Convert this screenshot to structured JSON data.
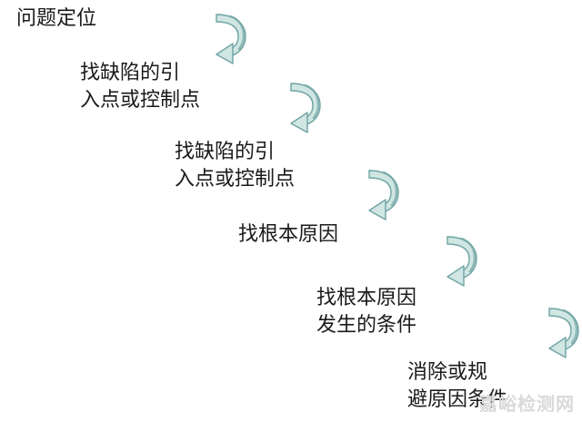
{
  "steps": [
    {
      "lines": [
        "问题定位"
      ]
    },
    {
      "lines": [
        "找缺陷的引",
        "入点或控制点"
      ]
    },
    {
      "lines": [
        "找缺陷的引",
        "入点或控制点"
      ]
    },
    {
      "lines": [
        "找根本原因"
      ]
    },
    {
      "lines": [
        "找根本原因",
        "发生的条件"
      ]
    },
    {
      "lines": [
        "消除或规",
        "避原因条件"
      ]
    }
  ],
  "arrow_color": "#6fa3a3",
  "arrow_fill": "#cfe6e3",
  "watermark": "嘉峪检测网"
}
